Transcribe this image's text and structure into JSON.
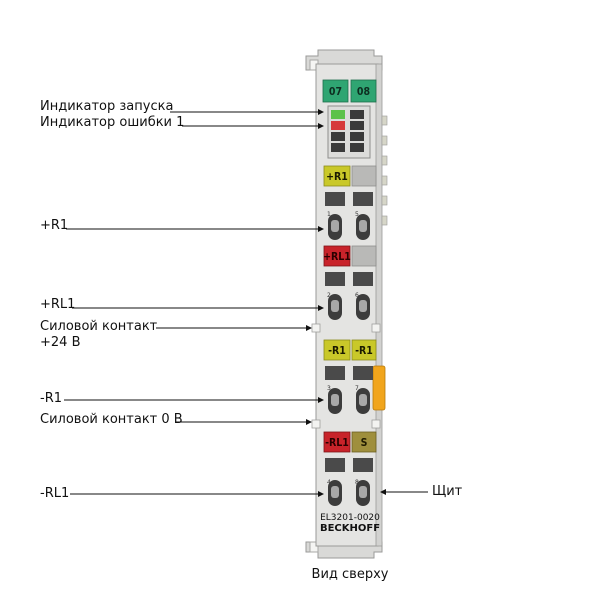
{
  "labels": {
    "run_led": "Индикатор запуска",
    "error_led": "Индикатор ошибки 1",
    "r1_plus": "+R1",
    "rl1_plus": "+RL1",
    "power_24_line1": "Силовой контакт",
    "power_24_line2": "+24 В",
    "r1_minus": "-R1",
    "power_0": "Силовой контакт 0 В",
    "rl1_minus": "-RL1",
    "shield": "Щит",
    "caption": "Вид сверху"
  },
  "module": {
    "channel_1": "07",
    "channel_2": "08",
    "tag_r1_plus": "+R1",
    "tag_rl1_plus": "+RL1",
    "tag_r1_minus_a": "-R1",
    "tag_r1_minus_b": "-R1",
    "tag_rl1_minus": "-RL1",
    "tag_shield": "S",
    "terminal_1": "1",
    "terminal_5": "5",
    "terminal_2": "2",
    "terminal_6": "6",
    "terminal_3": "3",
    "terminal_7": "7",
    "terminal_4": "4",
    "terminal_8": "8",
    "model": "EL3201-0020",
    "brand": "BECKHOFF"
  },
  "colors": {
    "body": "#e4e4e2",
    "green_tag": "#2fa572",
    "yellow_tag": "#c9c829",
    "red_tag": "#c8232a",
    "olive_tag": "#9f8f3d",
    "orange_contact": "#f1a51c",
    "led_green": "#5cc24a",
    "led_red": "#d63a3a",
    "dark_slot": "#3a3a3a"
  }
}
